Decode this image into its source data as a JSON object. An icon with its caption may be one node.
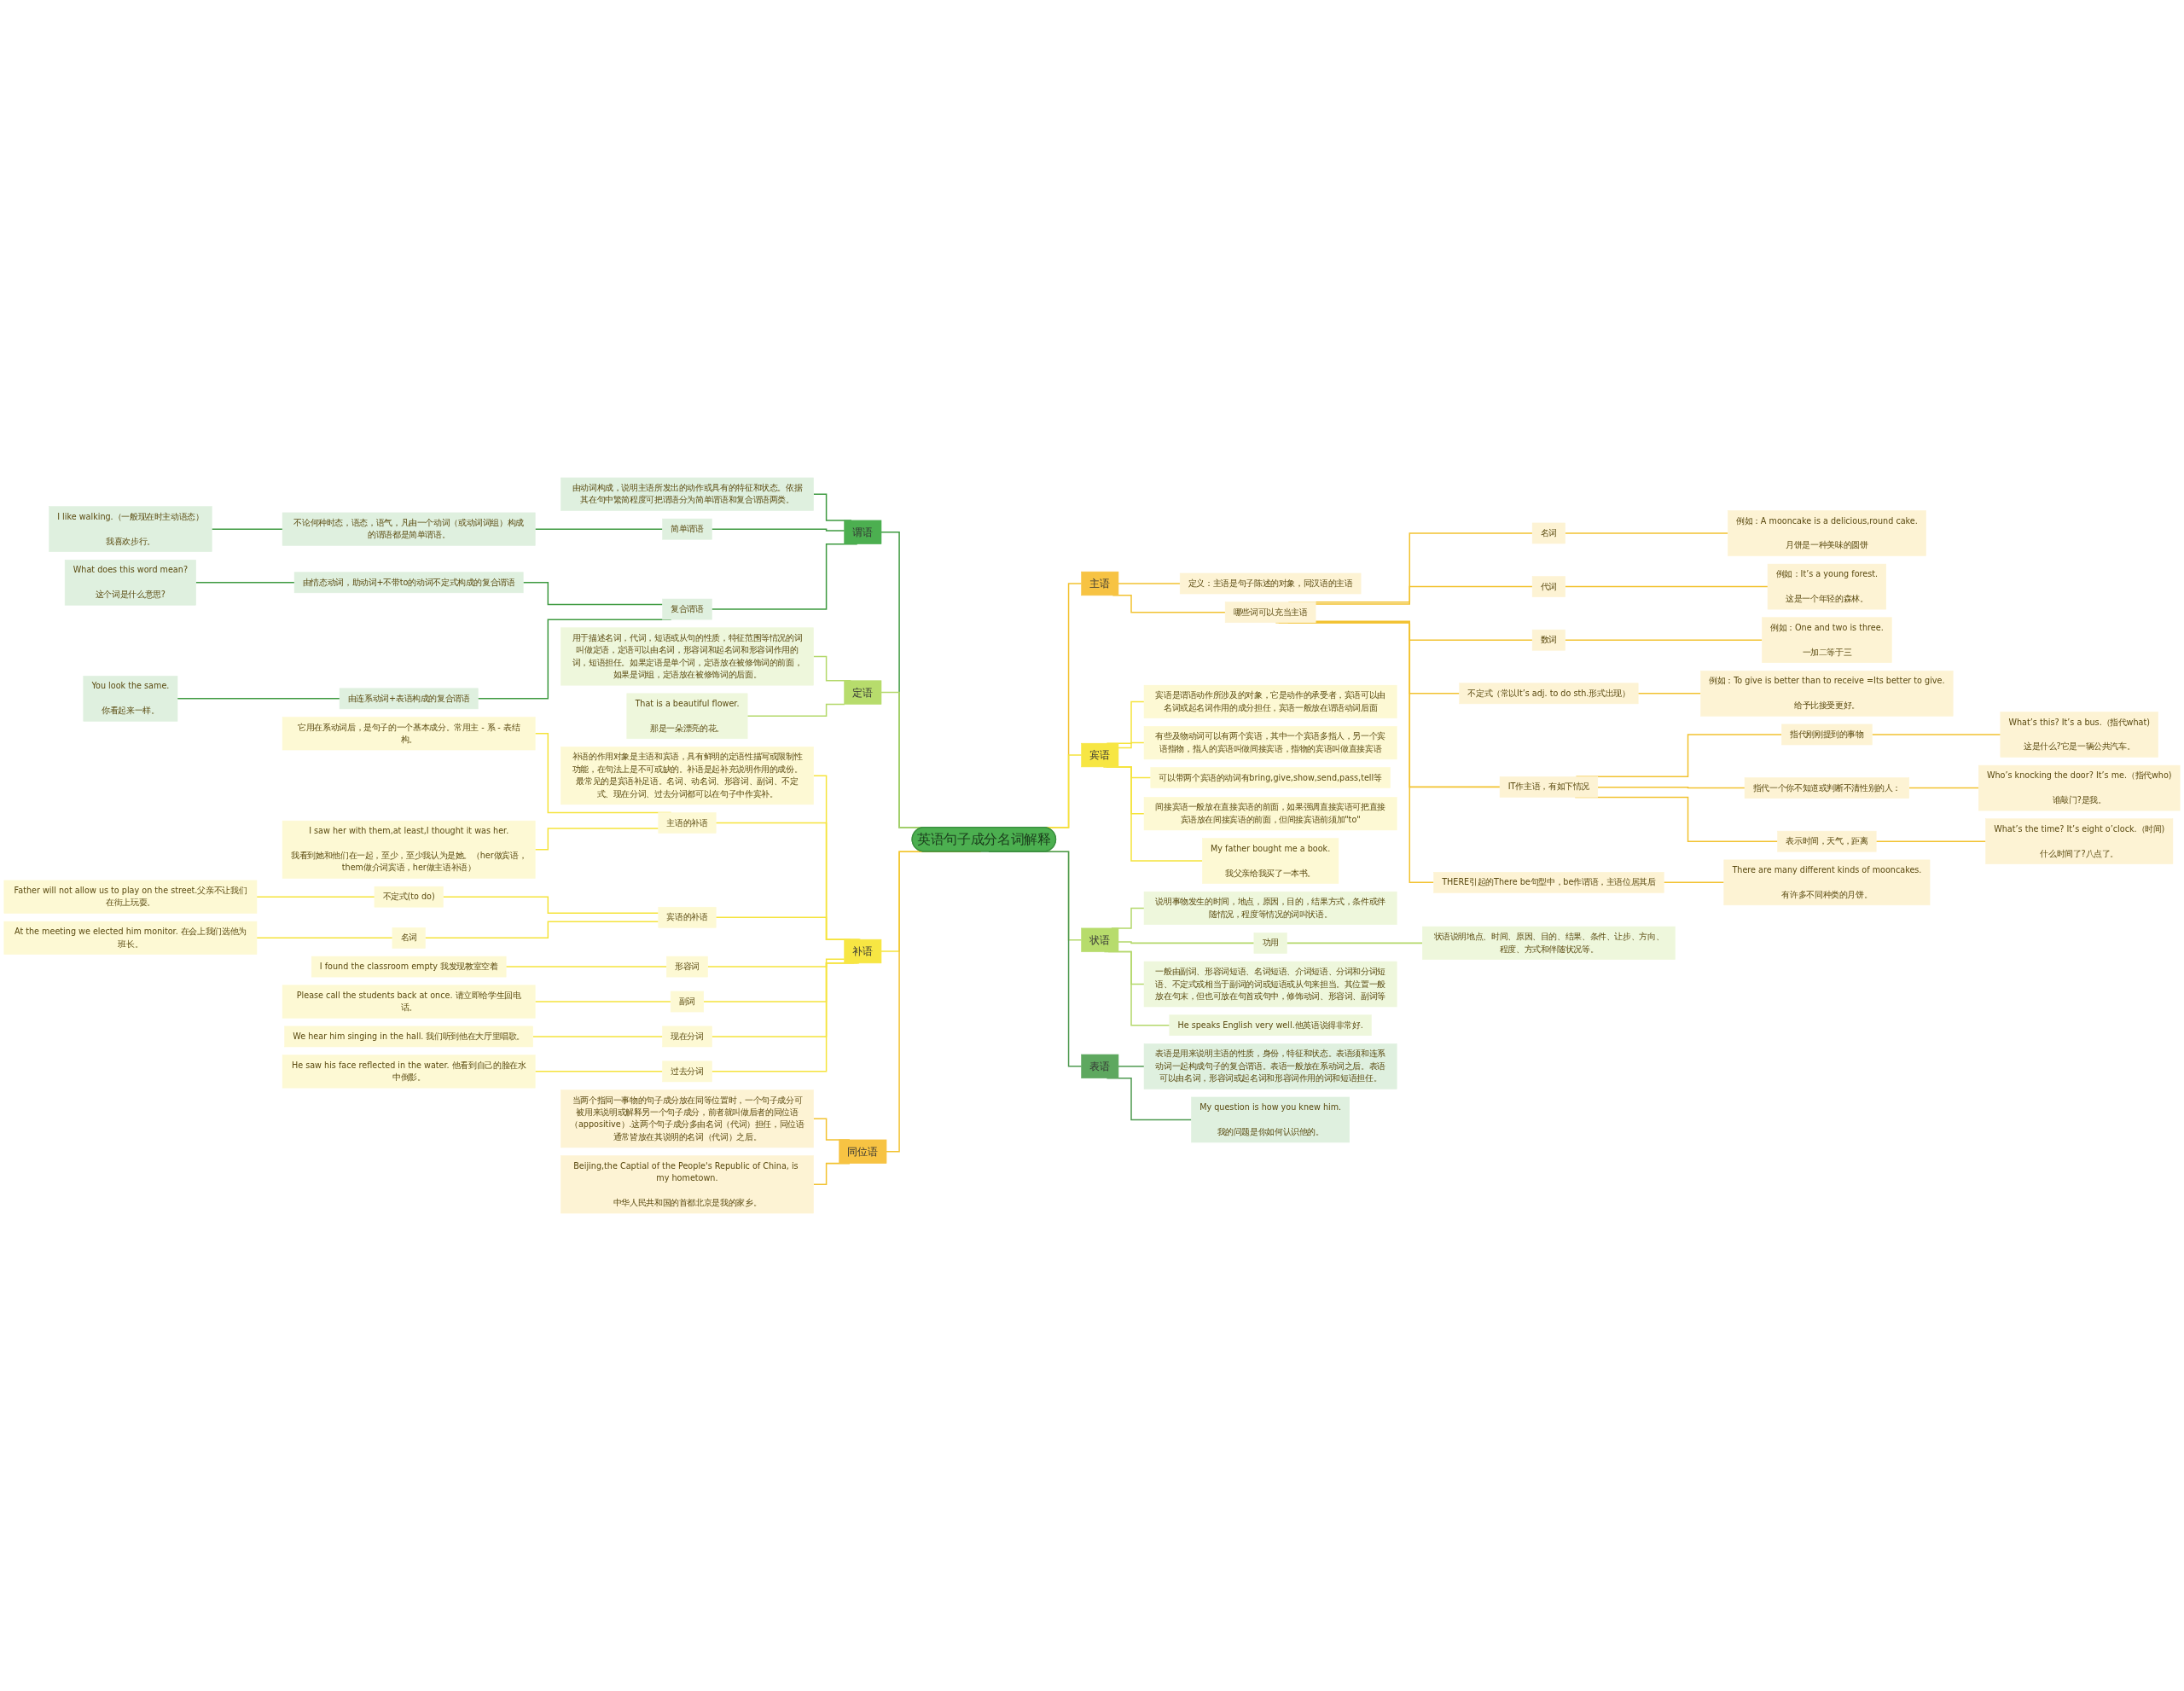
{
  "diagram": {
    "nodes": [
      {
        "text": [
          "英语句子成分名词解释"
        ]
      },
      {
        "text": [
          "主语"
        ]
      },
      {
        "text": [
          "定义：主语是句子陈述的对象，同汉语的主语"
        ]
      },
      {
        "text": [
          "哪些词可以充当主语"
        ]
      },
      {
        "text": [
          "名词"
        ]
      },
      {
        "text": [
          "例如：A mooncake is a delicious,round cake.",
          "月饼是一种美味的圆饼"
        ]
      },
      {
        "text": [
          "代词"
        ]
      },
      {
        "text": [
          "例如：It’s a young forest.",
          "这是一个年轻的森林。"
        ]
      },
      {
        "text": [
          "数词"
        ]
      },
      {
        "text": [
          "例如：One and two is three.",
          "一加二等于三"
        ]
      },
      {
        "text": [
          "不定式（常以It’s adj. to do sth.形式出现）"
        ]
      },
      {
        "text": [
          "例如：To give is better than to receive =Its better to give.",
          "给予比接受更好。"
        ]
      },
      {
        "text": [
          "IT作主语，有如下情况"
        ]
      },
      {
        "text": [
          "指代刚刚提到的事物"
        ]
      },
      {
        "text": [
          "What’s this? It’s a bus.（指代what)",
          "这是什么?它是一辆公共汽车。"
        ]
      },
      {
        "text": [
          "指代一个你不知道或判断不清性别的人："
        ]
      },
      {
        "text": [
          "Who’s knocking the door? It’s me.（指代who)",
          "谁敲门?是我。"
        ]
      },
      {
        "text": [
          "表示时间，天气，距离"
        ]
      },
      {
        "text": [
          "What’s the time? It’s eight o’clock.（时间)",
          "什么时间了?八点了。"
        ]
      },
      {
        "text": [
          "THERE引起的There be句型中，be作谓语，主语位居其后"
        ]
      },
      {
        "text": [
          "There are many different kinds of mooncakes.",
          "有许多不同种类的月饼。"
        ]
      },
      {
        "text": [
          "宾语"
        ]
      },
      {
        "text": [
          "宾语是谓语动作所涉及的对象，它是动作的承受者，宾语可以由名词或起名词作用的成分担任，宾语一般放在谓语动词后面"
        ]
      },
      {
        "text": [
          "有些及物动词可以有两个宾语，其中一个宾语多指人，另一个宾语指物，指人的宾语叫做间接宾语，指物的宾语叫做直接宾语"
        ]
      },
      {
        "text": [
          "可以带两个宾语的动词有bring,give,show,send,pass,tell等"
        ]
      },
      {
        "text": [
          "间接宾语一般放在直接宾语的前面，如果强调直接宾语可把直接宾语放在间接宾语的前面，但间接宾语前须加\"to\""
        ]
      },
      {
        "text": [
          "My father bought me a book.",
          "我父亲给我买了一本书。"
        ]
      },
      {
        "text": [
          "状语"
        ]
      },
      {
        "text": [
          "说明事物发生的时间，地点，原因，目的，结果方式，条件或伴随情况，程度等情况的词叫状语。"
        ]
      },
      {
        "text": [
          "功用"
        ]
      },
      {
        "text": [
          "状语说明地点、时间、原因、目的、结果、条件、让步、方向、程度、方式和伴随状况等。"
        ]
      },
      {
        "text": [
          "一般由副词、形容词短语、名词短语、介词短语、分词和分词短语、不定式或相当于副词的词或短语或从句来担当。其位置一般放在句末，但也可放在句首或句中，修饰动词、形容词、副词等"
        ]
      },
      {
        "text": [
          "He speaks English very well.他英语说得非常好."
        ]
      },
      {
        "text": [
          "表语"
        ]
      },
      {
        "text": [
          "表语是用来说明主语的性质，身份，特征和状态。表语须和连系动词一起构成句子的复合谓语。表语一般放在系动词之后。表语可以由名词，形容词或起名词和形容词作用的词和短语担任。"
        ]
      },
      {
        "text": [
          "My question is how you knew him.",
          "我的问题是你如何认识他的。"
        ]
      },
      {
        "text": [
          "谓语"
        ]
      },
      {
        "text": [
          "由动词构成，说明主语所发出的动作或具有的特征和状态。依据其在句中繁简程度可把谓语分为简单谓语和复合谓语两类。"
        ]
      },
      {
        "text": [
          "简单谓语"
        ]
      },
      {
        "text": [
          "不论何种时态，语态，语气，凡由一个动词（或动词词组）构成的谓语都是简单谓语。"
        ]
      },
      {
        "text": [
          "I like walking.（一般现在时主动语态）",
          "我喜欢步行。"
        ]
      },
      {
        "text": [
          "复合谓语"
        ]
      },
      {
        "text": [
          "由情态动词，助动词+不带to的动词不定式构成的复合谓语"
        ]
      },
      {
        "text": [
          "What does this word mean?",
          "这个词是什么意思?"
        ]
      },
      {
        "text": [
          "由连系动词+表语构成的复合谓语"
        ]
      },
      {
        "text": [
          "You look the same.",
          "你看起来一样。"
        ]
      },
      {
        "text": [
          "定语"
        ]
      },
      {
        "text": [
          "用于描述名词，代词，短语或从句的性质，特征范围等情况的词叫做定语，定语可以由名词，形容词和起名词和形容词作用的词，短语担任。如果定语是单个词，定语放在被修饰词的前面，如果是词组，定语放在被修饰词的后面。"
        ]
      },
      {
        "text": [
          "That is a beautiful flower.",
          "那是一朵漂亮的花。"
        ]
      },
      {
        "text": [
          "补语"
        ]
      },
      {
        "text": [
          "补语的作用对象是主语和宾语，具有鲜明的定语性描写或限制性功能，在句法上是不可或缺的。补语是起补充说明作用的成份。最常见的是宾语补足语。名词、动名词、形容词、副词、不定式、现在分词、过去分词都可以在句子中作宾补。"
        ]
      },
      {
        "text": [
          "主语的补语"
        ]
      },
      {
        "text": [
          "它用在系动词后，是句子的一个基本成分。常用主 - 系 - 表结构。"
        ]
      },
      {
        "text": [
          "I saw her with them,at least,I thought it was her.",
          "我看到她和他们在一起，至少，至少我认为是她。（her做宾语，them做介词宾语，her做主语补语）"
        ]
      },
      {
        "text": [
          "宾语的补语"
        ]
      },
      {
        "text": [
          "不定式(to do)"
        ]
      },
      {
        "text": [
          "Father will not allow us to play on the street.父亲不让我们在街上玩耍。"
        ]
      },
      {
        "text": [
          "名词"
        ]
      },
      {
        "text": [
          "At the meeting we elected him monitor. 在会上我们选他为班长。"
        ]
      },
      {
        "text": [
          "形容词"
        ]
      },
      {
        "text": [
          "I found the classroom empty 我发现教室空着"
        ]
      },
      {
        "text": [
          "副词"
        ]
      },
      {
        "text": [
          "Please call the students back at once. 请立即给学生回电话。"
        ]
      },
      {
        "text": [
          "现在分词"
        ]
      },
      {
        "text": [
          "We hear him singing in the hall. 我们听到他在大厅里唱歌。"
        ]
      },
      {
        "text": [
          "过去分词"
        ]
      },
      {
        "text": [
          "He saw his face reflected in the water. 他看到自己的脸在水中倒影。"
        ]
      },
      {
        "text": [
          "同位语"
        ]
      },
      {
        "text": [
          "当两个指同一事物的句子成分放在同等位置时，一个句子成分可被用来说明或解释另一个句子成分，前者就叫做后者的同位语（appositive）.这两个句子成分多由名词（代词）担任，同位语通常皆放在其说明的名词（代词）之后。"
        ]
      },
      {
        "text": [
          "Beijing,the Captial of the People's Republic of China, is my hometown.",
          "中华人民共和国的首都北京是我的家乡。"
        ]
      }
    ],
    "edges": [
      {
        "from": 0,
        "to": 1,
        "arrow": "none"
      },
      {
        "from": 1,
        "to": 2,
        "arrow": "none"
      },
      {
        "from": 1,
        "to": 3,
        "arrow": "none"
      },
      {
        "from": 3,
        "to": 4,
        "arrow": "none"
      },
      {
        "from": 4,
        "to": 5,
        "arrow": "none"
      },
      {
        "from": 3,
        "to": 6,
        "arrow": "none"
      },
      {
        "from": 6,
        "to": 7,
        "arrow": "none"
      },
      {
        "from": 3,
        "to": 8,
        "arrow": "none"
      },
      {
        "from": 8,
        "to": 9,
        "arrow": "none"
      },
      {
        "from": 3,
        "to": 10,
        "arrow": "none"
      },
      {
        "from": 10,
        "to": 11,
        "arrow": "none"
      },
      {
        "from": 3,
        "to": 12,
        "arrow": "none"
      },
      {
        "from": 12,
        "to": 13,
        "arrow": "none"
      },
      {
        "from": 13,
        "to": 14,
        "arrow": "none"
      },
      {
        "from": 12,
        "to": 15,
        "arrow": "none"
      },
      {
        "from": 15,
        "to": 16,
        "arrow": "none"
      },
      {
        "from": 12,
        "to": 17,
        "arrow": "none"
      },
      {
        "from": 17,
        "to": 18,
        "arrow": "none"
      },
      {
        "from": 3,
        "to": 19,
        "arrow": "none"
      },
      {
        "from": 19,
        "to": 20,
        "arrow": "none"
      },
      {
        "from": 0,
        "to": 21,
        "arrow": "none",
        "color": "#f5e33c"
      },
      {
        "from": 21,
        "to": 22,
        "arrow": "none",
        "color": "#f5e33c"
      },
      {
        "from": 21,
        "to": 23,
        "arrow": "none",
        "color": "#f5e33c"
      },
      {
        "from": 21,
        "to": 24,
        "arrow": "none",
        "color": "#f5e33c"
      },
      {
        "from": 21,
        "to": 25,
        "arrow": "none",
        "color": "#f5e33c"
      },
      {
        "from": 21,
        "to": 26,
        "arrow": "none",
        "color": "#f5e33c"
      },
      {
        "from": 0,
        "to": 27,
        "arrow": "none",
        "color": "#b3d86a"
      },
      {
        "from": 27,
        "to": 28,
        "arrow": "none",
        "color": "#b3d86a"
      },
      {
        "from": 27,
        "to": 29,
        "arrow": "none",
        "color": "#b3d86a"
      },
      {
        "from": 29,
        "to": 30,
        "arrow": "none",
        "color": "#b3d86a"
      },
      {
        "from": 27,
        "to": 31,
        "arrow": "none",
        "color": "#b3d86a"
      },
      {
        "from": 27,
        "to": 32,
        "arrow": "none",
        "color": "#b3d86a"
      },
      {
        "from": 0,
        "to": 33,
        "arrow": "none",
        "color": "#4e9a50"
      },
      {
        "from": 33,
        "to": 34,
        "arrow": "none",
        "color": "#4e9a50"
      },
      {
        "from": 33,
        "to": 35,
        "arrow": "none",
        "color": "#4e9a50"
      },
      {
        "from": 0,
        "to": 36,
        "arrow": "none",
        "color": "#3e9a40"
      },
      {
        "from": 36,
        "to": 37,
        "arrow": "none",
        "color": "#3e9a40"
      },
      {
        "from": 36,
        "to": 38,
        "arrow": "none",
        "color": "#3e9a40"
      },
      {
        "from": 38,
        "to": 39,
        "arrow": "none",
        "color": "#3e9a40"
      },
      {
        "from": 39,
        "to": 40,
        "arrow": "none",
        "color": "#3e9a40"
      },
      {
        "from": 36,
        "to": 41,
        "arrow": "none",
        "color": "#3e9a40"
      },
      {
        "from": 41,
        "to": 42,
        "arrow": "none",
        "color": "#3e9a40"
      },
      {
        "from": 42,
        "to": 43,
        "arrow": "none",
        "color": "#3e9a40"
      },
      {
        "from": 41,
        "to": 44,
        "arrow": "none",
        "color": "#3e9a40"
      },
      {
        "from": 44,
        "to": 45,
        "arrow": "none",
        "color": "#3e9a40"
      },
      {
        "from": 0,
        "to": 46,
        "arrow": "none",
        "color": "#b3d86a"
      },
      {
        "from": 46,
        "to": 47,
        "arrow": "none",
        "color": "#b3d86a"
      },
      {
        "from": 46,
        "to": 48,
        "arrow": "none",
        "color": "#b3d86a"
      },
      {
        "from": 0,
        "to": 49,
        "arrow": "none",
        "color": "#f5e33c"
      },
      {
        "from": 49,
        "to": 50,
        "arrow": "none",
        "color": "#f5e33c"
      },
      {
        "from": 49,
        "to": 51,
        "arrow": "none",
        "color": "#f5e33c"
      },
      {
        "from": 51,
        "to": 52,
        "arrow": "none",
        "color": "#f5e33c"
      },
      {
        "from": 51,
        "to": 53,
        "arrow": "none",
        "color": "#f5e33c"
      },
      {
        "from": 49,
        "to": 54,
        "arrow": "none",
        "color": "#f5e33c"
      },
      {
        "from": 54,
        "to": 55,
        "arrow": "none",
        "color": "#f5e33c"
      },
      {
        "from": 55,
        "to": 56,
        "arrow": "none",
        "color": "#f5e33c"
      },
      {
        "from": 54,
        "to": 57,
        "arrow": "none",
        "color": "#f5e33c"
      },
      {
        "from": 57,
        "to": 58,
        "arrow": "none",
        "color": "#f5e33c"
      },
      {
        "from": 49,
        "to": 59,
        "arrow": "none",
        "color": "#f5e33c"
      },
      {
        "from": 59,
        "to": 60,
        "arrow": "none",
        "color": "#f5e33c"
      },
      {
        "from": 49,
        "to": 61,
        "arrow": "none",
        "color": "#f5e33c"
      },
      {
        "from": 61,
        "to": 62,
        "arrow": "none",
        "color": "#f5e33c"
      },
      {
        "from": 49,
        "to": 63,
        "arrow": "none",
        "color": "#f5e33c"
      },
      {
        "from": 63,
        "to": 64,
        "arrow": "none",
        "color": "#f5e33c"
      },
      {
        "from": 49,
        "to": 65,
        "arrow": "none",
        "color": "#f5e33c"
      },
      {
        "from": 65,
        "to": 66,
        "arrow": "none",
        "color": "#f5e33c"
      },
      {
        "from": 0,
        "to": 67,
        "arrow": "none"
      },
      {
        "from": 67,
        "to": 68,
        "arrow": "none"
      },
      {
        "from": 67,
        "to": 69,
        "arrow": "none"
      }
    ]
  }
}
